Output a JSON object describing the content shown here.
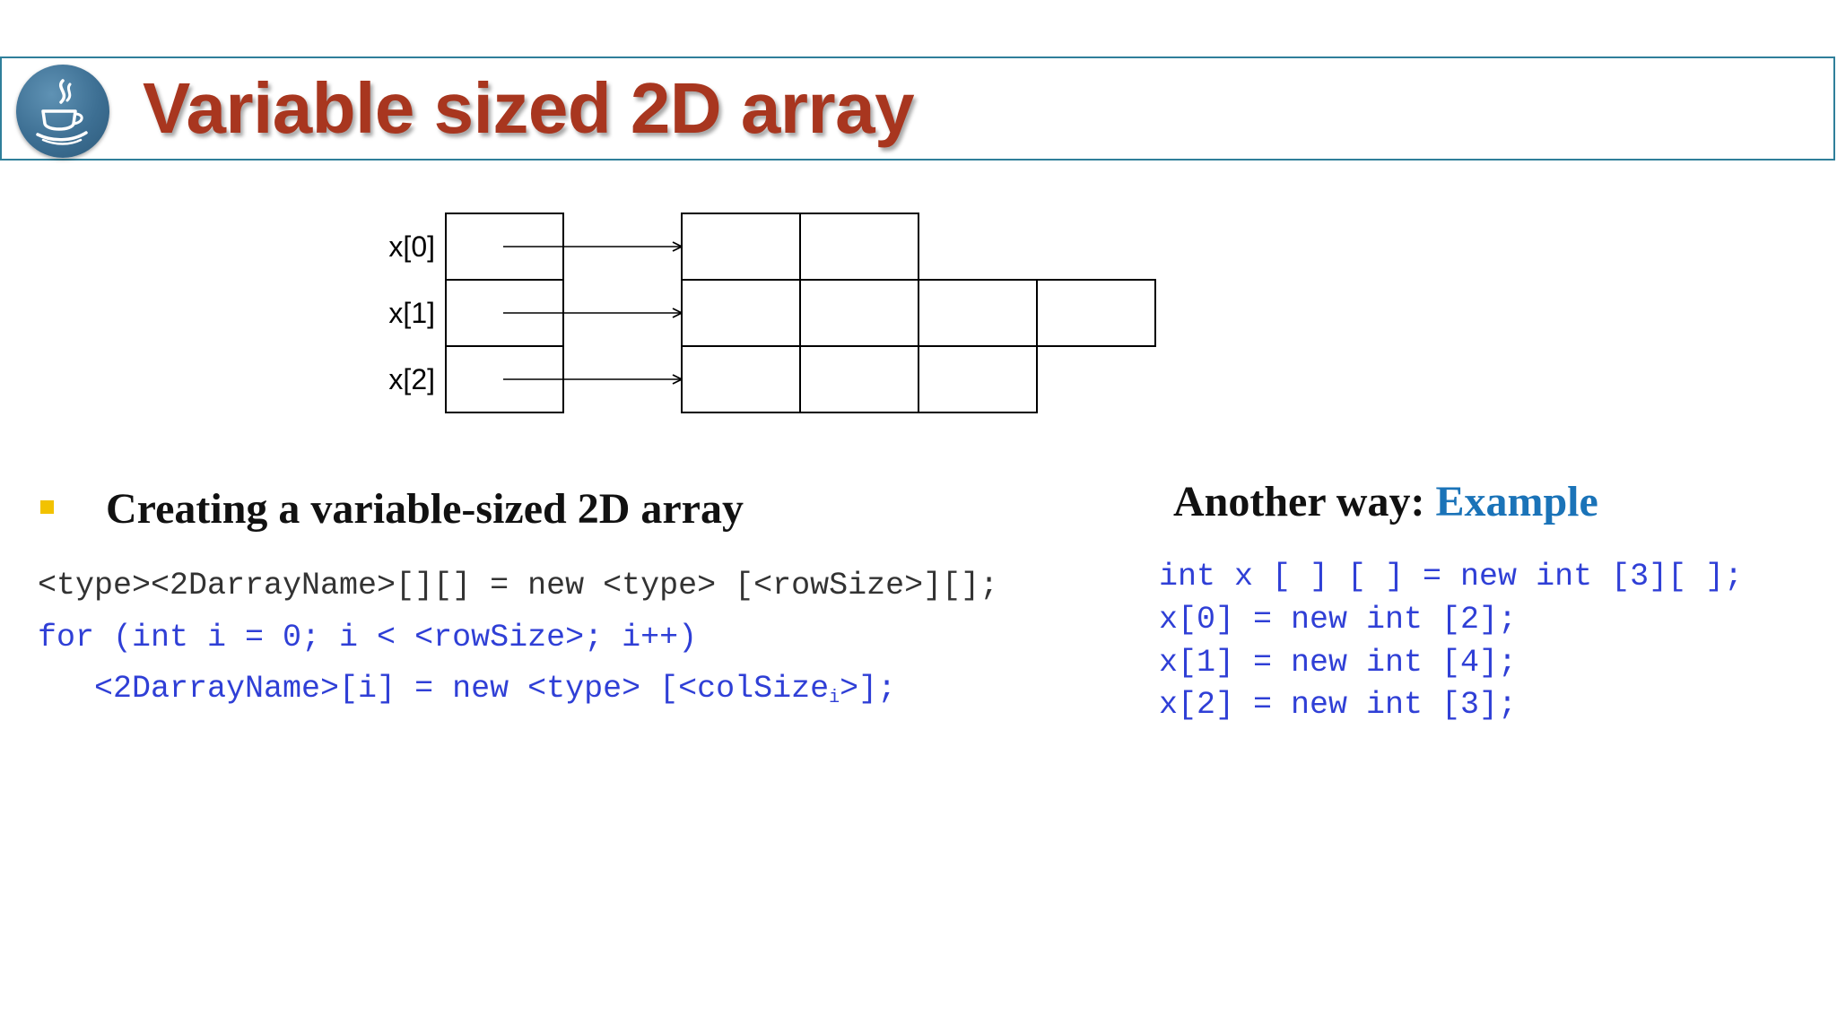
{
  "title": "Variable sized 2D array",
  "logo": {
    "icon": "java-coffee-cup-icon",
    "colors": {
      "circle": "#3d6f93",
      "cup": "#ffffff"
    }
  },
  "colors": {
    "title": "#a8361f",
    "title_bar_border": "#2f7f9a",
    "bullet": "#f2c200",
    "code_dark": "#333333",
    "code_blue": "#2f3fd6",
    "example_accent": "#1a73b8"
  },
  "diagram": {
    "rows": [
      {
        "label": "x[0]",
        "length": 2
      },
      {
        "label": "x[1]",
        "length": 4
      },
      {
        "label": "x[2]",
        "length": 3
      }
    ]
  },
  "left_section": {
    "heading": "Creating a variable-sized 2D array",
    "code": {
      "line1": "<type><2DarrayName>[][] = new <type> [<rowSize>][];",
      "line2": "for (int i = 0; i < <rowSize>; i++)",
      "line3_main": "   <2DarrayName>[i] = new <type> [<colSize",
      "line3_sub": "i",
      "line3_end": ">];"
    }
  },
  "right_section": {
    "heading_bold": "Another way:",
    "heading_accent": "Example",
    "code_lines": [
      "int x [ ] [ ] = new int [3][ ];",
      "x[0] = new int [2];",
      "x[1] = new int [4];",
      "x[2] = new int [3];"
    ]
  }
}
